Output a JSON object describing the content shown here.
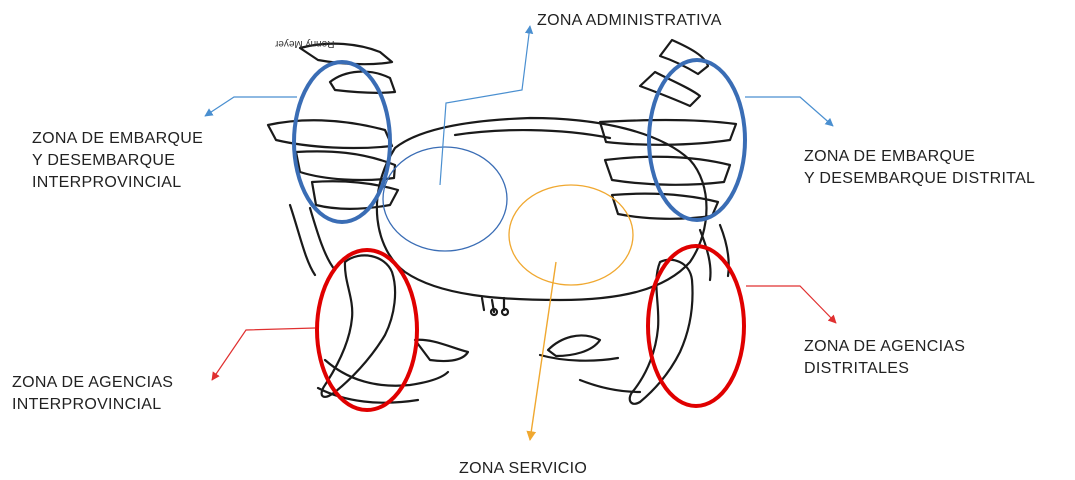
{
  "diagram": {
    "watermark": "Ronny Meyer",
    "zones": {
      "administrativa": {
        "line1": "ZONA   ADMINISTRATIVA"
      },
      "embarque_interprovincial": {
        "line1": "ZONA DE EMBARQUE",
        "line2": "Y DESEMBARQUE",
        "line3": "INTERPROVINCIAL"
      },
      "embarque_distrital": {
        "line1": "ZONA DE EMBARQUE",
        "line2": "Y DESEMBARQUE DISTRITAL"
      },
      "agencias_interprovincial": {
        "line1": "ZONA DE AGENCIAS",
        "line2": "INTERPROVINCIAL"
      },
      "agencias_distritales": {
        "line1": "ZONA DE AGENCIAS",
        "line2": "DISTRITALES"
      },
      "servicio": {
        "line1": "ZONA SERVICIO"
      }
    },
    "colors": {
      "blue_zone": "#3a6db5",
      "blue_arrow": "#4a8fd0",
      "red_zone": "#e00000",
      "red_arrow": "#e03030",
      "orange_zone": "#f0a830",
      "outline": "#1a1a1a"
    }
  }
}
